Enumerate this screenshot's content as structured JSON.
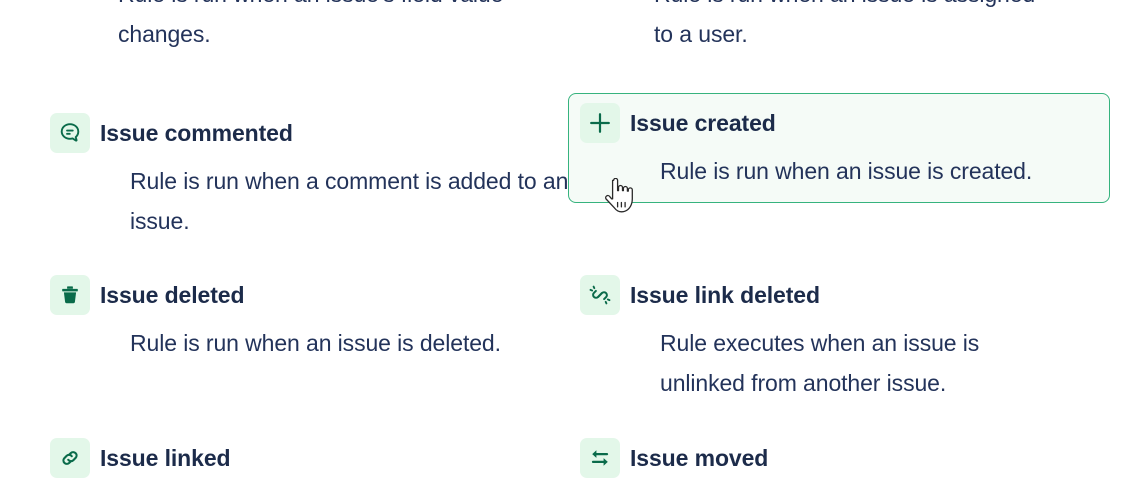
{
  "theme": {
    "page_bg": "#ffffff",
    "text_color": "#1c2b4a",
    "desc_color": "#23335a",
    "icon_green": "#0a6b4a",
    "icon_bg": "#e3f7e9",
    "selected_bg": "#f5fbf7",
    "selected_border": "#36b37e"
  },
  "partial_rows": {
    "left_description": "Rule is run when an issue's field value changes.",
    "right_description": "Rule is run when an issue is assigned to a user."
  },
  "triggers": [
    {
      "id": "issue-commented",
      "title": "Issue commented",
      "description": "Rule is run when a comment is added to an issue.",
      "icon": "comment-icon",
      "column": "left",
      "selected": false
    },
    {
      "id": "issue-created",
      "title": "Issue created",
      "description": "Rule is run when an issue is created.",
      "icon": "plus-icon",
      "column": "right",
      "selected": true
    },
    {
      "id": "issue-deleted",
      "title": "Issue deleted",
      "description": "Rule is run when an issue is deleted.",
      "icon": "trash-icon",
      "column": "left",
      "selected": false
    },
    {
      "id": "issue-link-deleted",
      "title": "Issue link deleted",
      "description": "Rule executes when an issue is unlinked from another issue.",
      "icon": "broken-link-icon",
      "column": "right",
      "selected": false
    },
    {
      "id": "issue-linked",
      "title": "Issue linked",
      "description": "",
      "icon": "link-icon",
      "column": "left",
      "selected": false
    },
    {
      "id": "issue-moved",
      "title": "Issue moved",
      "description": "",
      "icon": "move-arrows-icon",
      "column": "right",
      "selected": false
    }
  ],
  "cursor": {
    "type": "pointer-hand-cursor"
  }
}
